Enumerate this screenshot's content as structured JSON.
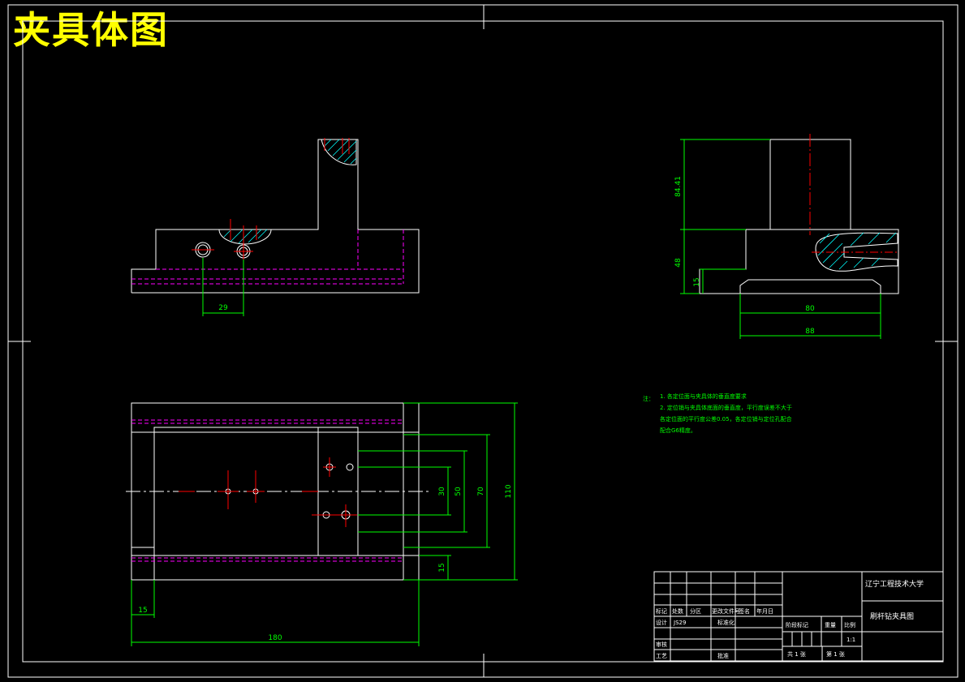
{
  "title": "夹具体图",
  "dims": {
    "front_spacing": "29",
    "side_height_top": "84.41",
    "side_height_mid": "48",
    "side_height_low": "15",
    "side_width_inner": "80",
    "side_width_outer": "88",
    "plan_v1": "30",
    "plan_v2": "50",
    "plan_v3": "70",
    "plan_total_h": "110",
    "plan_edge_h": "15",
    "plan_left_w": "15",
    "plan_total_w": "180"
  },
  "notes": {
    "head": "注：",
    "line1": "1. 各定位面与夹具体的垂直度要求",
    "line2": "2. 定位销与夹具体底面的垂直度，平行度误差不大于",
    "line3": "各定位面的平行度公差0.05，各定位销与定位孔配合",
    "line4": "配合G6精度。"
  },
  "title_block": {
    "school": "辽宁工程技术大学",
    "part_name": "刷杆钻夹具图",
    "cells": {
      "mark": "标记",
      "count": "处数",
      "zone": "分区",
      "change_doc": "更改文件号",
      "sign": "签名",
      "date": "年月日",
      "design": "设计",
      "design_value": "JS29",
      "standard": "标准化",
      "review": "审核",
      "process": "工艺",
      "approve": "批准",
      "stage_mark": "阶段标记",
      "weight": "重量",
      "scale": "比例",
      "scale_value": "1:1",
      "sheet_total": "共 1 张",
      "sheet_num": "第 1 张"
    }
  }
}
